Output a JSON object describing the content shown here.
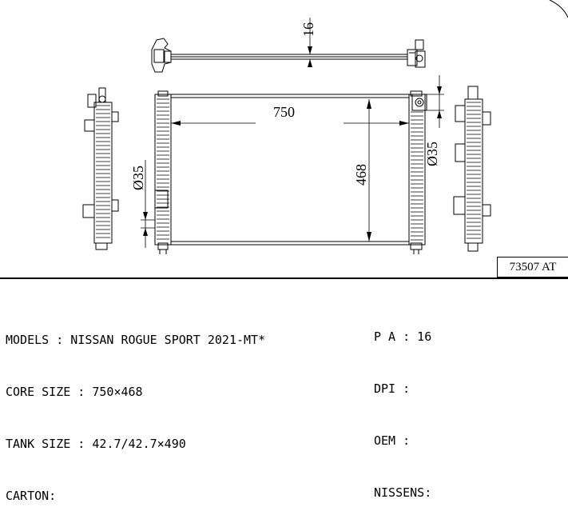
{
  "drawing": {
    "dim_top": "16",
    "dim_width": "750",
    "dim_height": "468",
    "dim_left_dia": "Ø35",
    "dim_right_dia": "Ø35",
    "part_label": "73507 AT"
  },
  "specs": {
    "models": "MODELS : NISSAN ROGUE SPORT 2021-MT*",
    "core_size": "CORE SIZE : 750×468",
    "tank_size": "TANK SIZE : 42.7/42.7×490",
    "carton": "CARTON:",
    "pa": "P A : 16",
    "dpi": "DPI :",
    "oem": "OEM :",
    "nissens": "NISSENS:"
  }
}
